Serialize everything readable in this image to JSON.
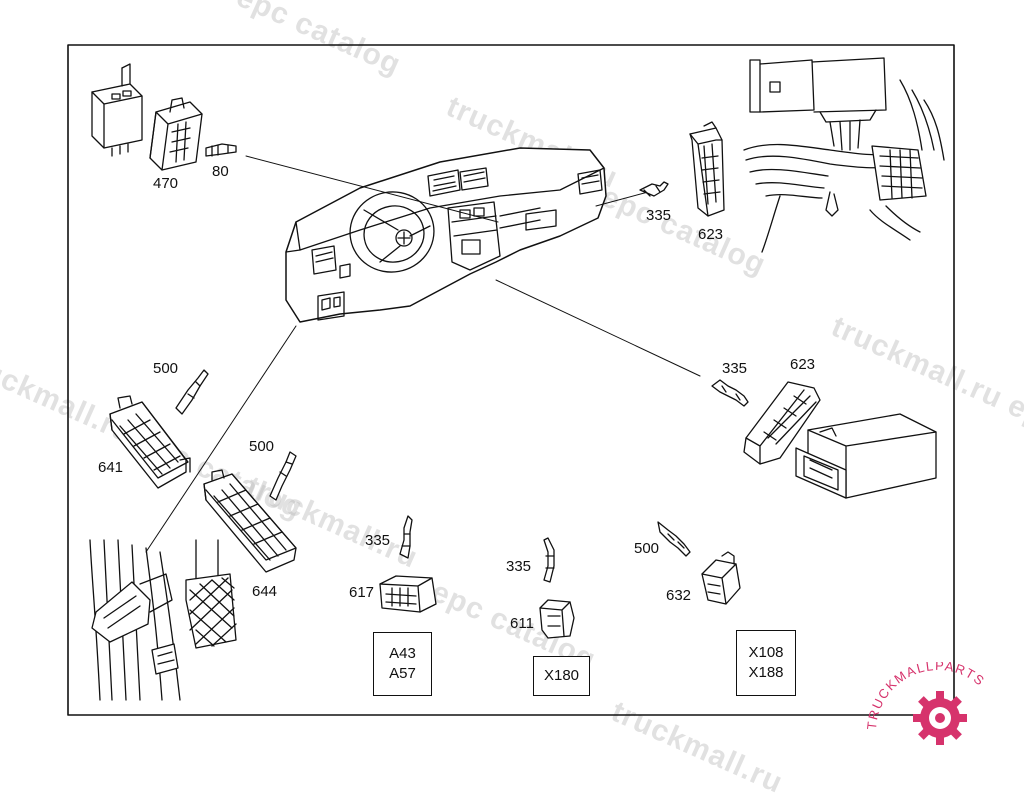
{
  "watermarks": [
    "epc catalog",
    "truckmall.ru",
    "epc catalog",
    "truckmall.ru epc catalog",
    "truckmall.ru epc catalog",
    "truckmall.ru",
    "epc catalog",
    "l epc catalog",
    "truckmall.ru"
  ],
  "labels": {
    "p470": "470",
    "p80": "80",
    "p335_top": "335",
    "p623_top": "623",
    "p500_left": "500",
    "p641": "641",
    "p500_mid": "500",
    "p644": "644",
    "p335_right": "335",
    "p623_right": "623",
    "p335_b1": "335",
    "p617": "617",
    "p335_b2": "335",
    "p611": "611",
    "p500_b3": "500",
    "p632": "632"
  },
  "boxes": {
    "a": {
      "line1": "A43",
      "line2": "A57"
    },
    "b": {
      "line1": "X180"
    },
    "c": {
      "line1": "X108",
      "line2": "X188"
    }
  },
  "logo": {
    "text": "TRUCKMALLPARTS",
    "color": "#d6336c"
  }
}
